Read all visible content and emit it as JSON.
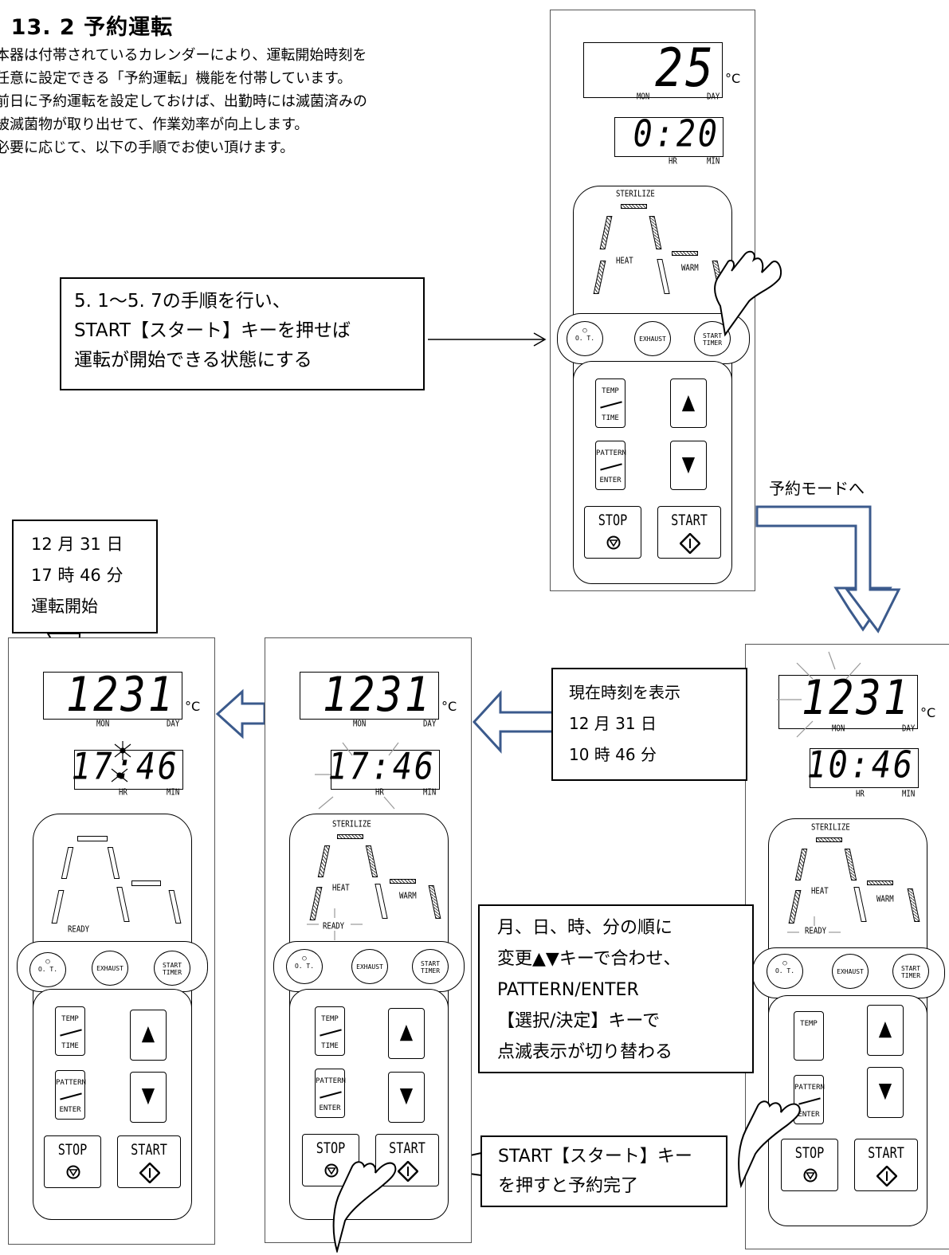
{
  "heading": {
    "title": ". 13. 2  予約運転",
    "lines": [
      "本器は付帯されているカレンダーにより、運転開始時刻を",
      "任意に設定できる「予約運転」機能を付帯しています。",
      "前日に予約運転を設定しておけば、出勤時には滅菌済みの",
      "被滅菌物が取り出せて、作業効率が向上します。",
      "必要に応じて、以下の手順でお使い頂けます。"
    ]
  },
  "panel_labels": {
    "deg": "°C",
    "mon": "MON",
    "day": "DAY",
    "hr": "HR",
    "min": "MIN",
    "sterilize": "STERILIZE",
    "heat": "HEAT",
    "warm": "WARM",
    "ready": "READY",
    "ot": "O. T.",
    "exhaust": "EXHAUST",
    "start_timer_1": "START",
    "start_timer_2": "TIMER",
    "temp": "TEMP",
    "time": "TIME",
    "pattern": "PATTERN",
    "enter": "ENTER",
    "stop": "STOP",
    "start": "START",
    "up": "▲",
    "down": "▼"
  },
  "panels": {
    "top": {
      "display1": "25",
      "display2": "0:20"
    },
    "right": {
      "display1": "1231",
      "display2": "10:46"
    },
    "middle": {
      "display1": "1231",
      "display2": "17:46"
    },
    "left": {
      "display1": "1231",
      "display2": "17:46"
    }
  },
  "callouts": {
    "prep": [
      "5. 1～5. 7の手順を行い、",
      "START【スタート】キーを押せば",
      "運転が開始できる状態にする"
    ],
    "reserve_mode": "予約モードへ",
    "start_time": [
      "12 月 31 日",
      "17 時 46 分",
      "運転開始"
    ],
    "current_time": [
      "現在時刻を表示",
      "12 月 31 日",
      "10 時 46 分"
    ],
    "adjust": [
      "月、日、時、分の順に",
      "変更▲▼キーで合わせ、",
      "PATTERN/ENTER",
      "【選択/決定】キーで",
      "点滅表示が切り替わる"
    ],
    "complete": [
      "START【スタート】キー",
      "を押すと予約完了"
    ]
  },
  "colors": {
    "arrow": "#3b5a8c",
    "text": "#000000"
  }
}
